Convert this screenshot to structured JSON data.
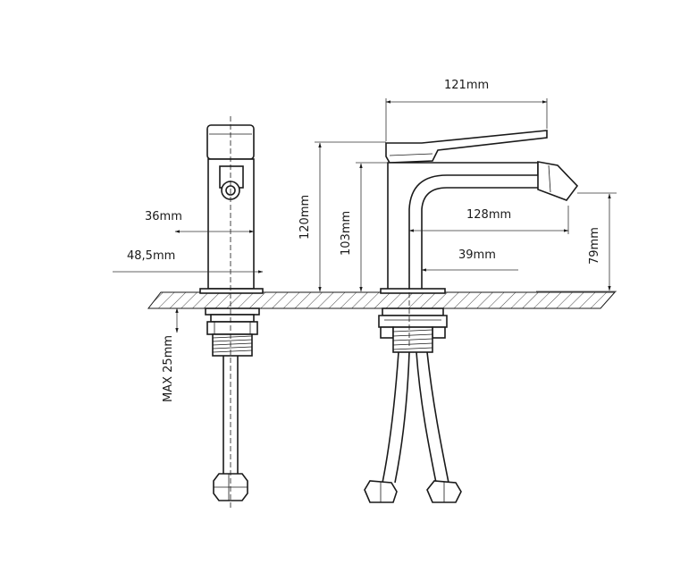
{
  "dimensions": {
    "spout_reach": "121mm",
    "side_width": "36mm",
    "base_width": "48,5mm",
    "total_height": "120mm",
    "spout_height": "103mm",
    "nozzle_reach": "128mm",
    "base_to_spout": "39mm",
    "nozzle_height": "79mm",
    "max_deck": "MAX 25mm"
  },
  "colors": {
    "line": "#1a1a1a",
    "background": "#ffffff"
  }
}
